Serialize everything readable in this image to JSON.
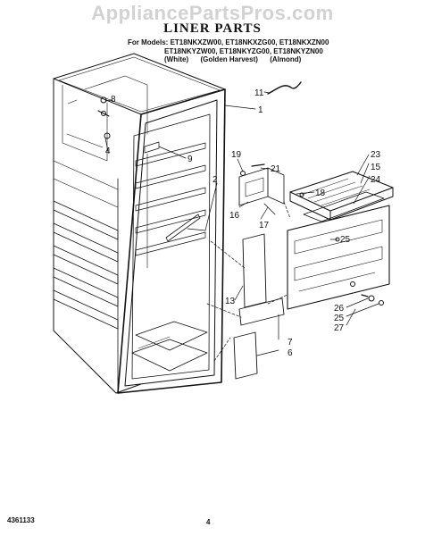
{
  "watermark": "AppliancePartsPros.com",
  "title": "LINER PARTS",
  "models": {
    "prefix": "For Models:",
    "line1": "ET18NKXZW00, ET18NKXZG00, ET18NKXZN00",
    "line2": "ET18NKYZW00, ET18NKYZG00, ET18NKYZN00",
    "line3": "(White)      (Golden Harvest)      (Almond)"
  },
  "footer": {
    "doc_number": "4361133",
    "page_number": "4"
  },
  "callouts": [
    "8",
    "4",
    "9",
    "11",
    "1",
    "19",
    "21",
    "2",
    "16",
    "17",
    "18",
    "23",
    "15",
    "24",
    "25",
    "13",
    "26",
    "25",
    "27",
    "7",
    "6"
  ]
}
